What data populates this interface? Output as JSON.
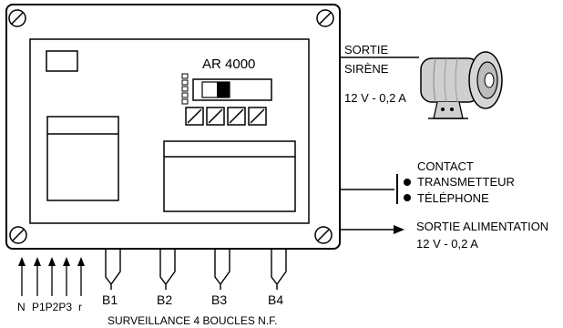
{
  "device": {
    "model": "AR 4000"
  },
  "siren_output": {
    "title_line1": "SORTIE",
    "title_line2": "SIRÈNE",
    "rating": "12 V - 0,2 A"
  },
  "contact": {
    "line1": "CONTACT",
    "line2": "TRANSMETTEUR",
    "line3": "TÉLÉPHONE"
  },
  "power_output": {
    "title": "SORTIE ALIMENTATION",
    "rating": "12 V - 0,2 A"
  },
  "inputs": {
    "arrow_labels": [
      "N",
      "P1P2P3",
      "r"
    ],
    "loops": [
      "B1",
      "B2",
      "B3",
      "B4"
    ],
    "caption": "SURVEILLANCE 4 BOUCLES N.F."
  }
}
